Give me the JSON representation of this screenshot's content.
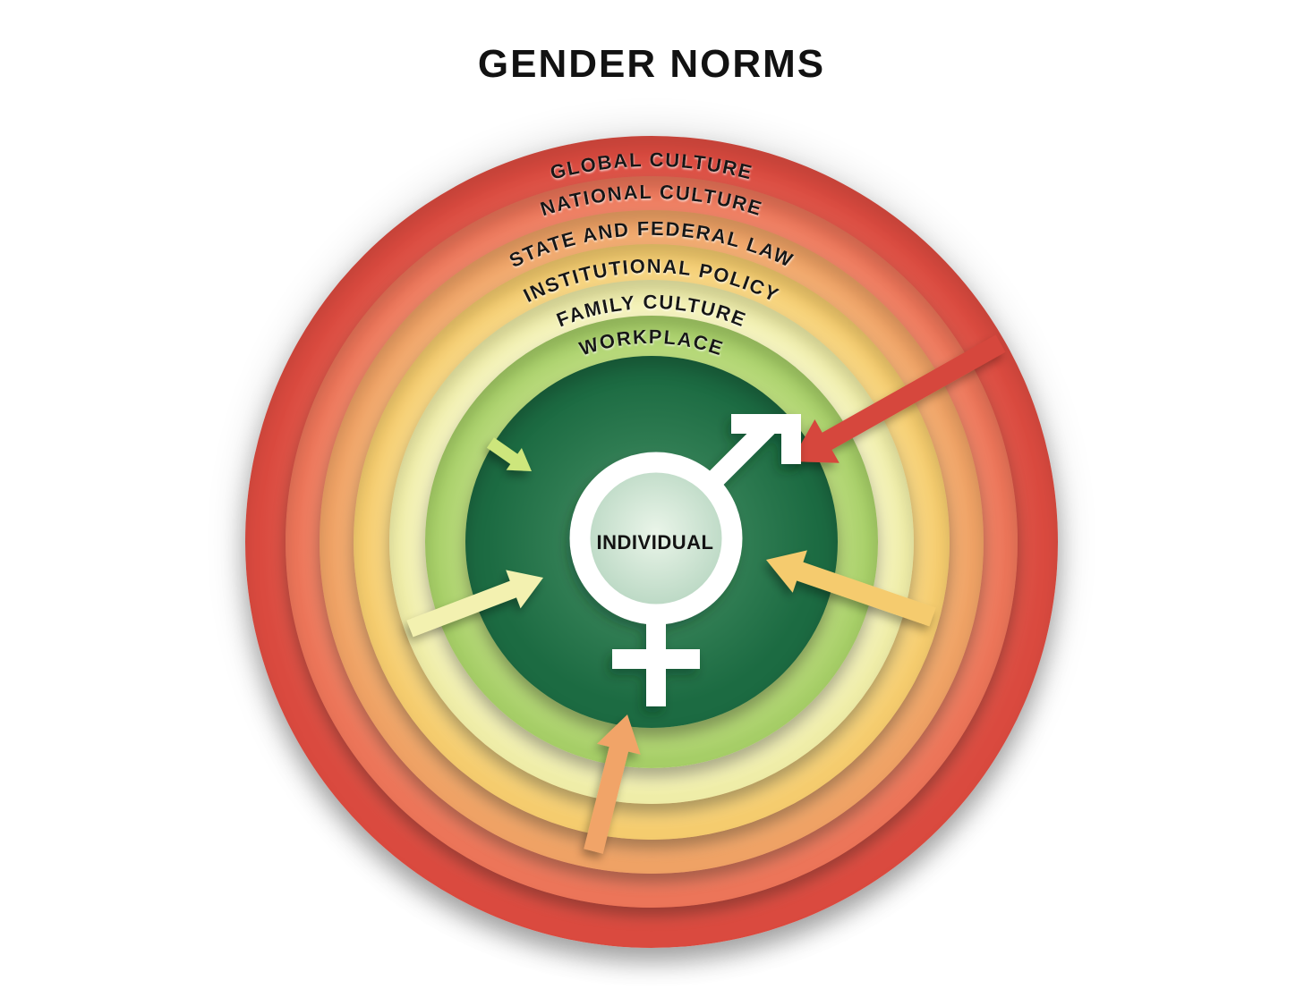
{
  "title": "GENDER NORMS",
  "diagram": {
    "description": "Socio-ecological rings of influence on gender norms, arrows pointing inward to the individual",
    "rings": [
      {
        "label": "GLOBAL CULTURE",
        "color": "#DA4A3F",
        "color_light": "#E4695A"
      },
      {
        "label": "NATIONAL CULTURE",
        "color": "#EC7559",
        "color_light": "#F49A7C"
      },
      {
        "label": "STATE AND FEDERAL LAW",
        "color": "#EFA265",
        "color_light": "#F6BD86"
      },
      {
        "label": "INSTITUTIONAL POLICY",
        "color": "#F5CC6E",
        "color_light": "#FAE29C"
      },
      {
        "label": "FAMILY CULTURE",
        "color": "#EFEDA8",
        "color_light": "#FBFAD8"
      },
      {
        "label": "WORKPLACE",
        "color": "#A6CE67",
        "color_light": "#C9E48D"
      }
    ],
    "center": {
      "label": "INDIVIDUAL",
      "symbol": "male-female-combined-gender-symbol",
      "symbol_color": "#FFFFFF",
      "color_dark": "#1C6B42",
      "color_mid": "#2F7C52",
      "color_light": "#74AB8D",
      "inner_light": "#EAF5E9",
      "inner_edge": "#B7D6C1"
    },
    "arrows": [
      {
        "from": "GLOBAL CULTURE",
        "direction": "top-right inward",
        "color": "#D6463C"
      },
      {
        "from": "STATE AND FEDERAL LAW",
        "direction": "bottom inward",
        "color": "#F1A468"
      },
      {
        "from": "INSTITUTIONAL POLICY",
        "direction": "right inward",
        "color": "#F5CB6E"
      },
      {
        "from": "FAMILY CULTURE",
        "direction": "left inward",
        "color": "#F3F1B0"
      },
      {
        "from": "WORKPLACE",
        "direction": "upper-left inward",
        "color": "#CDE67B"
      }
    ]
  }
}
